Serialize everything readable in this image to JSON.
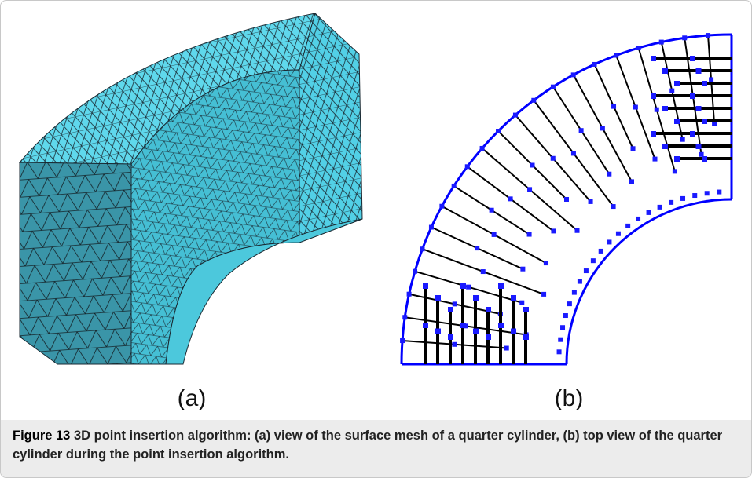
{
  "figure": {
    "panel_a_label": "(a)",
    "panel_b_label": "(b)",
    "caption_number": "Figure 13",
    "caption_text": "3D point insertion algorithm: (a) view of the surface mesh of a quarter cylinder, (b) top view of the quarter cylinder during the point insertion algorithm.",
    "colors": {
      "mesh_top_face": "#5fd8ec",
      "mesh_curved_face": "#45bfd4",
      "mesh_front_face": "#3a95a8",
      "mesh_lines": "#1a2a33",
      "boundary_blue": "#0000ff",
      "points_blue": "#1a1aff",
      "segments_black": "#000000"
    },
    "icons": [
      "quarter-cylinder-mesh-image",
      "quarter-cylinder-topview-image"
    ]
  }
}
